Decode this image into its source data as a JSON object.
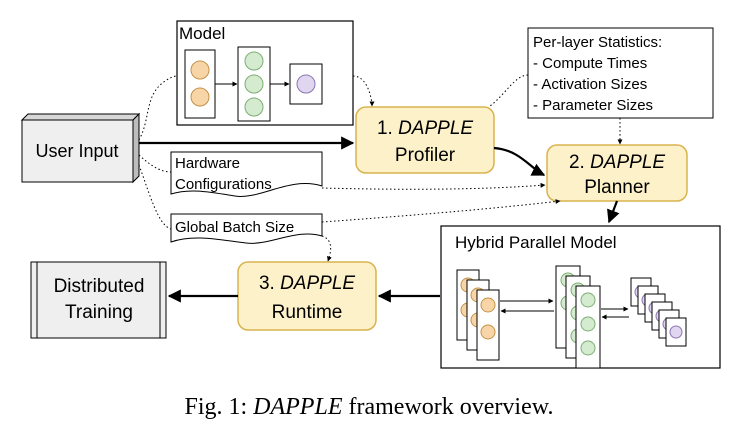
{
  "model": {
    "title": "Model"
  },
  "user_input": {
    "label": "User Input"
  },
  "stats": {
    "title": "Per-layer Statistics:",
    "items": [
      "- Compute Times",
      "- Activation Sizes",
      "- Parameter Sizes"
    ]
  },
  "profiler": {
    "step": "1.",
    "name": "DAPPLE",
    "label": "Profiler"
  },
  "planner": {
    "step": "2.",
    "name": "DAPPLE",
    "label": "Planner"
  },
  "runtime": {
    "step": "3.",
    "name": "DAPPLE",
    "label": "Runtime"
  },
  "hardware": {
    "line1": "Hardware",
    "line2": "Configurations"
  },
  "batch": {
    "label": "Global Batch Size"
  },
  "hybrid": {
    "title": "Hybrid Parallel Model"
  },
  "distributed": {
    "line1": "Distributed",
    "line2": "Training"
  },
  "caption": {
    "prefix": "Fig. 1: ",
    "name": "DAPPLE",
    "suffix": " framework overview."
  },
  "colors": {
    "stage_fill": "#fcf1c9",
    "stage_stroke": "#d9b34e",
    "orange": "#f8d5a7",
    "orange_stroke": "#c49247",
    "green": "#d4ebcf",
    "green_stroke": "#7bae72",
    "purple": "#e0d6f0",
    "purple_stroke": "#8b76b0",
    "gray": "#efefef"
  }
}
